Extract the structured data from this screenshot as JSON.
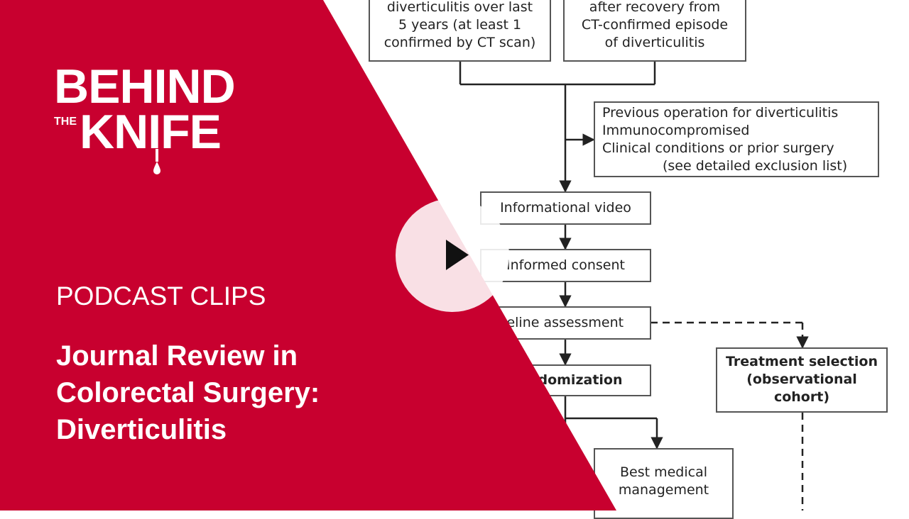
{
  "brand": {
    "logo_line1": "BEHIND",
    "logo_small": "THE",
    "logo_line2": "KNIFE",
    "color": "#C8002F"
  },
  "podcast_label": "PODCAST CLIPS",
  "episode_title": {
    "line1": "Journal Review in",
    "line2": "Colorectal Surgery:",
    "line3": "Diverticulitis"
  },
  "play_icon": "play-icon",
  "flowchart": {
    "box_left": [
      "diverticulitis over last",
      "5 years (at least 1",
      "confirmed by CT scan)"
    ],
    "box_right": [
      "after recovery from",
      "CT-confirmed episode",
      "of diverticulitis"
    ],
    "exclusion": [
      "Previous operation for diverticulitis",
      "Immunocompromised",
      "Clinical conditions or prior surgery",
      "(see detailed exclusion list)"
    ],
    "informational_video": "Informational video",
    "informed_consent": "Informed consent",
    "baseline_assessment": "Baseline assessment",
    "randomization": "Randomization",
    "treatment_selection": [
      "Treatment selection",
      "(observational",
      "cohort)"
    ],
    "best_medical": [
      "Best medical",
      "management"
    ]
  }
}
